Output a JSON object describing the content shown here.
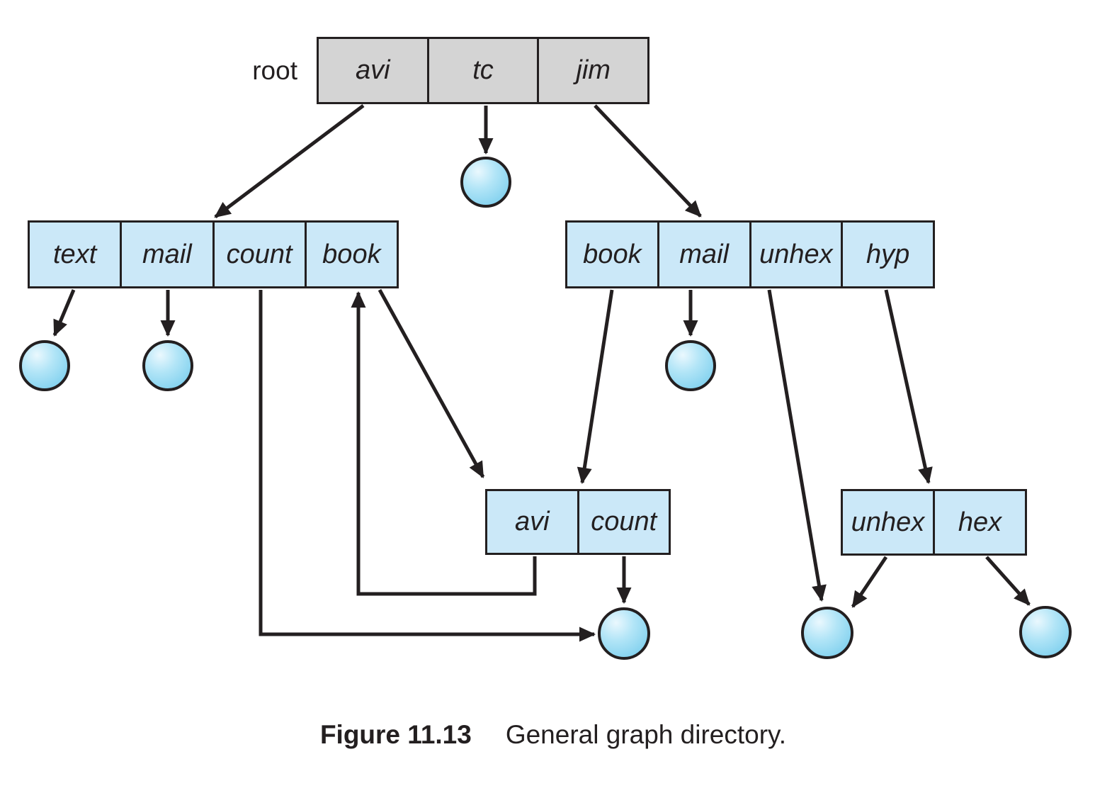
{
  "figure": {
    "root_label": "root",
    "caption_label": "Figure 11.13",
    "caption_text": "General graph directory."
  },
  "directories": {
    "root": [
      "avi",
      "tc",
      "jim"
    ],
    "left": [
      "text",
      "mail",
      "count",
      "book"
    ],
    "right": [
      "book",
      "mail",
      "unhex",
      "hyp"
    ],
    "middle": [
      "avi",
      "count"
    ],
    "bottom_right": [
      "unhex",
      "hex"
    ]
  },
  "file_node_names": [
    "file-under-tc",
    "file-under-text",
    "file-under-mail-left",
    "file-under-mail-right",
    "file-shared-count-and-avi-count",
    "file-shared-unhex",
    "file-under-hex"
  ],
  "links": [
    {
      "from": "root/avi",
      "to": "left-directory"
    },
    {
      "from": "root/tc",
      "to": "file-under-tc"
    },
    {
      "from": "root/jim",
      "to": "right-directory"
    },
    {
      "from": "left/text",
      "to": "file-under-text"
    },
    {
      "from": "left/mail",
      "to": "file-under-mail-left"
    },
    {
      "from": "left/count",
      "to": "file-shared-count-and-avi-count"
    },
    {
      "from": "left/book",
      "to": "middle-directory"
    },
    {
      "from": "middle/avi",
      "to": "left/book",
      "note": "cycle back-edge"
    },
    {
      "from": "middle/count",
      "to": "file-shared-count-and-avi-count"
    },
    {
      "from": "right/book",
      "to": "middle-directory"
    },
    {
      "from": "right/mail",
      "to": "file-under-mail-right"
    },
    {
      "from": "right/unhex",
      "to": "file-shared-unhex"
    },
    {
      "from": "right/hyp",
      "to": "bottom-right-directory"
    },
    {
      "from": "bottom_right/unhex",
      "to": "file-shared-unhex"
    },
    {
      "from": "bottom_right/hex",
      "to": "file-under-hex"
    }
  ],
  "colors": {
    "root_fill": "#d4d4d4",
    "dir_fill": "#cbe8f8",
    "file_fill": "#a9e1f6",
    "line": "#231f20",
    "text": "#231f20",
    "background": "#ffffff"
  }
}
